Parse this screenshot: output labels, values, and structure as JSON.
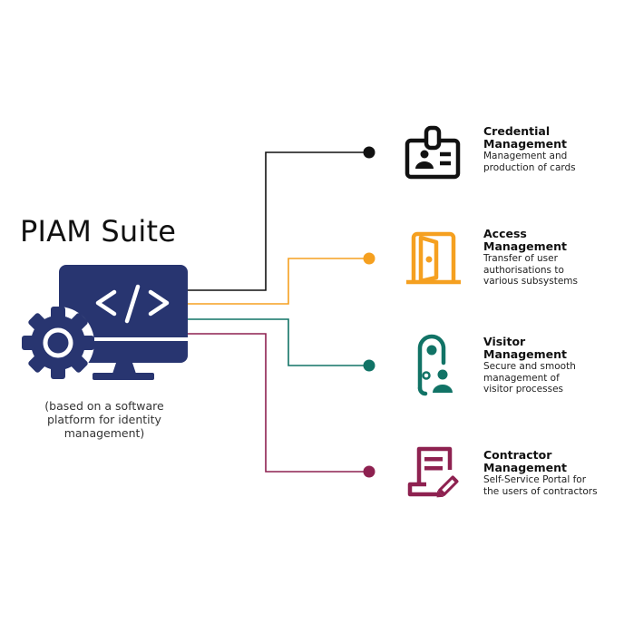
{
  "title": "PIAM Suite",
  "subtitle": "(based on a software platform for identity management)",
  "hub_icon": "monitor-code-gear-icon",
  "colors": {
    "hub": "#283570",
    "credential": "#111111",
    "access": "#F5A020",
    "visitor": "#117366",
    "contractor": "#8E2150"
  },
  "items": [
    {
      "key": "credential",
      "title": "Credential Management",
      "title_l1": "Credential",
      "title_l2": "Management",
      "desc_l1": "Management and",
      "desc_l2": "production of cards",
      "desc_l3": "",
      "icon": "id-badge-icon"
    },
    {
      "key": "access",
      "title": "Access Management",
      "title_l1": "Access",
      "title_l2": "Management",
      "desc_l1": "Transfer of user",
      "desc_l2": "authorisations to",
      "desc_l3": "various subsystems",
      "icon": "door-icon"
    },
    {
      "key": "visitor",
      "title": "Visitor Management",
      "title_l1": "Visitor",
      "title_l2": "Management",
      "desc_l1": "Secure and smooth",
      "desc_l2": "management of",
      "desc_l3": "visitor processes",
      "icon": "visitor-icon"
    },
    {
      "key": "contractor",
      "title": "Contractor Management",
      "title_l1": "Contractor",
      "title_l2": "Management",
      "desc_l1": "Self-Service Portal for",
      "desc_l2": "the users of contractors",
      "desc_l3": "",
      "icon": "contract-edit-icon"
    }
  ]
}
